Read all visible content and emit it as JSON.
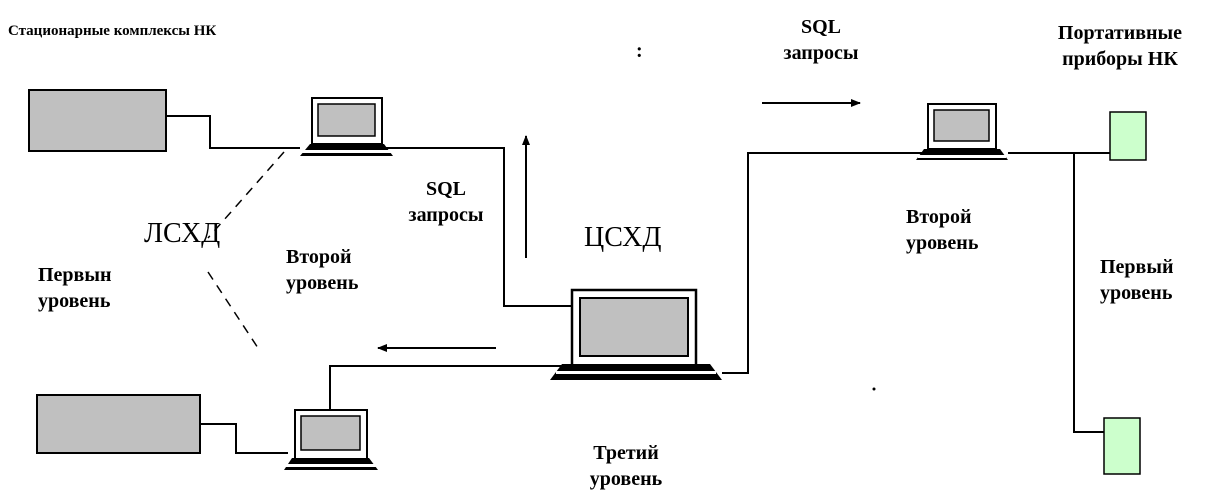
{
  "labels": {
    "stationary_complexes": "Стационарные комплексы НК",
    "sql_requests_top": "SQL\nзапросы",
    "portable_devices": "Портативные\nприборы НК",
    "sql_requests_mid": "SQL\nзапросы",
    "lskhd": "ЛСХД",
    "tskhd": "ЦСХД",
    "second_level_left": "Второй\nуровень",
    "second_level_right": "Второй\nуровень",
    "first_level_left": "Первын\nуровень",
    "first_level_right": "Первый\nуровень",
    "third_level": "Третий\nуровень",
    "stray_mark": ":"
  },
  "colors": {
    "stationary_box_fill": "#c0c0c0",
    "portable_device_fill": "#ccffcc",
    "laptop_screen_fill": "#c0c0c0",
    "line": "#000000"
  }
}
